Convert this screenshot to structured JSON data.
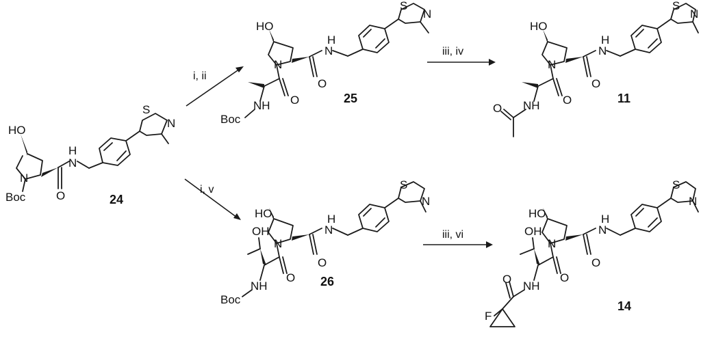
{
  "scheme": {
    "compounds": [
      {
        "id": "24",
        "label": "24",
        "protecting_group": "Boc",
        "atoms": {
          "hydroxyl": "HO",
          "amide_nh": "H",
          "amide_n": "N",
          "ring_n": "N",
          "carbonyl_o": "O",
          "thiazole_s": "S",
          "thiazole_n": "N"
        }
      },
      {
        "id": "25",
        "label": "25",
        "protecting_group": "Boc",
        "atoms": {
          "hydroxyl": "HO",
          "amide_nh": "H",
          "amide_n": "N",
          "ring_n": "N",
          "carbonyl_o": "O",
          "carbonyl_o2": "O",
          "nh": "NH",
          "thiazole_s": "S",
          "thiazole_n": "N"
        }
      },
      {
        "id": "11",
        "label": "11",
        "atoms": {
          "hydroxyl": "HO",
          "amide_nh": "H",
          "amide_n": "N",
          "ring_n": "N",
          "carbonyl_o": "O",
          "carbonyl_o2": "O",
          "acetyl_o": "O",
          "nh": "NH",
          "thiazole_s": "S",
          "thiazole_n": "N"
        }
      },
      {
        "id": "26",
        "label": "26",
        "protecting_group": "Boc",
        "atoms": {
          "hydroxyl": "HO",
          "side_oh": "OH",
          "amide_nh": "H",
          "amide_n": "N",
          "ring_n": "N",
          "carbonyl_o": "O",
          "carbonyl_o2": "O",
          "nh": "NH",
          "thiazole_s": "S",
          "thiazole_n": "N"
        }
      },
      {
        "id": "14",
        "label": "14",
        "atoms": {
          "hydroxyl": "HO",
          "side_oh": "OH",
          "amide_nh": "H",
          "amide_n": "N",
          "ring_n": "N",
          "carbonyl_o": "O",
          "carbonyl_o2": "O",
          "acyl_o": "O",
          "nh": "NH",
          "fluorine": "F",
          "thiazole_s": "S",
          "thiazole_n": "N"
        }
      }
    ],
    "arrows": [
      {
        "from": "24",
        "to": "25",
        "conditions": "i, ii"
      },
      {
        "from": "25",
        "to": "11",
        "conditions": "iii, iv"
      },
      {
        "from": "24",
        "to": "26",
        "conditions": "i, v"
      },
      {
        "from": "26",
        "to": "14",
        "conditions": "iii, vi"
      }
    ]
  }
}
